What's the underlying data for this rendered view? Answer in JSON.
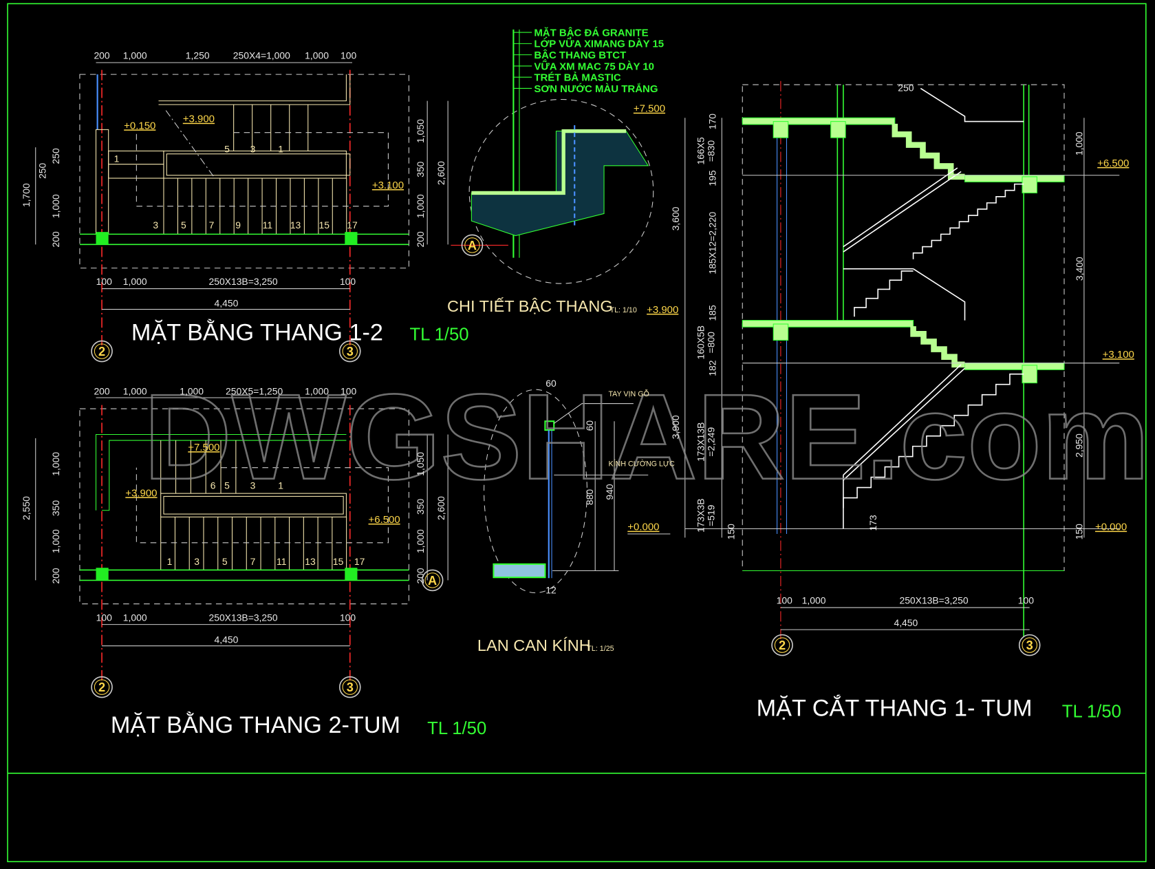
{
  "colors": {
    "background": "#000000",
    "frame": "#33ff33",
    "axis": "#ff2a2a",
    "stair": "#f7e8b0",
    "slab": "#b8ff90",
    "elevation": "#ffd84a",
    "dim": "#e8e8e8"
  },
  "watermark": "DWGSHARE.com",
  "plan1": {
    "title": "MẶT BẰNG THANG 1-2",
    "scale": "TL 1/50",
    "top_dims": [
      "200",
      "1,000",
      "1,250",
      "250X4=1,000",
      "1,000",
      "100"
    ],
    "bottom_dims": [
      "100",
      "1,000",
      "250X13B=3,250",
      "100"
    ],
    "total": "4,450",
    "left_dims": [
      "1,700",
      "250",
      "250",
      "1,000",
      "200"
    ],
    "right_dims": [
      "1,050",
      "350",
      "1,000",
      "200",
      "2,600"
    ],
    "upper_steps": [
      "5",
      "3",
      "1"
    ],
    "landing_step": "1",
    "lower_steps": [
      "3",
      "5",
      "7",
      "9",
      "11",
      "13",
      "15",
      "17"
    ],
    "elevations": [
      "+0.150",
      "+3.900",
      "+3.100"
    ],
    "axes": [
      "2",
      "3"
    ]
  },
  "plan2": {
    "title": "MẶT BẰNG THANG 2-TUM",
    "scale": "TL 1/50",
    "top_dims": [
      "200",
      "1,000",
      "1,000",
      "250X5=1,250",
      "1,000",
      "100"
    ],
    "bottom_dims": [
      "100",
      "1,000",
      "250X13B=3,250",
      "100"
    ],
    "total": "4,450",
    "left_dims": [
      "2,550",
      "1,000",
      "350",
      "1,000",
      "200"
    ],
    "right_dims": [
      "1,050",
      "350",
      "1,000",
      "200",
      "2,600"
    ],
    "upper_steps": [
      "6",
      "5",
      "3",
      "1"
    ],
    "lower_steps": [
      "1",
      "3",
      "5",
      "7",
      "11",
      "13",
      "15",
      "17"
    ],
    "elevations": [
      "+7.500",
      "+3.900",
      "+6.500"
    ],
    "axes": [
      "2",
      "3",
      "A"
    ]
  },
  "detail": {
    "title": "CHI TIẾT BẬC THANG",
    "scale": "TL: 1/10",
    "layers": [
      "MẶT BẬC ĐÁ GRANITE",
      "LỚP VỮA XIMANG DÀY 15",
      "BẬC THANG BTCT",
      "VỮA XM MAC 75 DÀY 10",
      "TRÉT BẢ MASTIC",
      "SƠN NƯỚC MÀU TRẮNG"
    ],
    "elevations": [
      "+7.500",
      "+3.900"
    ],
    "axis": "A"
  },
  "railing": {
    "title": "LAN CAN KÍNH",
    "scale": "TL: 1/25",
    "labels": [
      "TAY VỊN GỖ",
      "KÍNH CƯỜNG LỰC"
    ],
    "dims": [
      "60",
      "60",
      "880",
      "940",
      "12"
    ],
    "elevation": "+0.000"
  },
  "section": {
    "title": "MẶT CẮT THANG 1- TUM",
    "scale": "TL 1/50",
    "left_dims": [
      "3,600",
      "3,900",
      "170",
      "166X5",
      "=830",
      "195",
      "185X12=2,220",
      "185",
      "160X5B",
      "=800",
      "182",
      "173X13B",
      "=2,249",
      "173X3B",
      "=519",
      "150"
    ],
    "right_dims": [
      "1,000",
      "3,400",
      "2,950",
      "150"
    ],
    "elevations": [
      "+6.500",
      "+3.100",
      "+0.000"
    ],
    "top_dim": "250",
    "riser_dim": "173",
    "bottom_dims": [
      "100",
      "1,000",
      "250X13B=3,250",
      "100"
    ],
    "total": "4,450",
    "axes": [
      "2",
      "3"
    ]
  }
}
